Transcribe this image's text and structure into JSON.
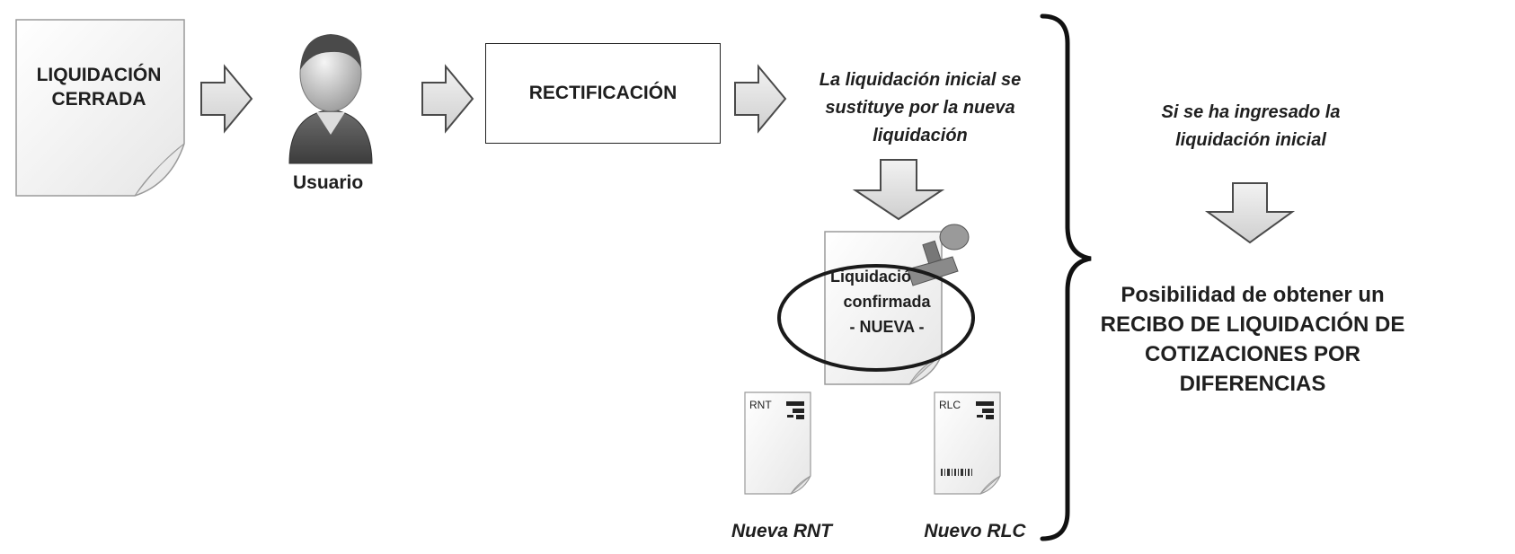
{
  "closed_doc": {
    "line1": "LIQUIDACIÓN",
    "line2": "CERRADA"
  },
  "user": {
    "label": "Usuario"
  },
  "rectification": {
    "label": "RECTIFICACIÓN"
  },
  "replacement": {
    "line1": "La liquidación inicial se",
    "line2": "sustituye por la nueva",
    "line3": "liquidación"
  },
  "confirmed_doc": {
    "line1": "Liquidació",
    "line2": "confirmada",
    "line3": "- NUEVA -"
  },
  "rnt_doc": {
    "tag": "RNT",
    "caption": "Nueva RNT"
  },
  "rlc_doc": {
    "tag": "RLC",
    "caption": "Nuevo RLC"
  },
  "condition": {
    "line1": "Si se ha ingresado la",
    "line2": "liquidación inicial"
  },
  "result": {
    "line1": "Posibilidad de obtener un",
    "line2": "RECIBO DE LIQUIDACIÓN DE",
    "line3": "COTIZACIONES POR",
    "line4": "DIFERENCIAS"
  },
  "colors": {
    "arrow_fill": "#e2e2e2",
    "arrow_stroke": "#4a4a4a",
    "doc_fill": "#f4f4f4",
    "ink": "#1f1f1f"
  }
}
